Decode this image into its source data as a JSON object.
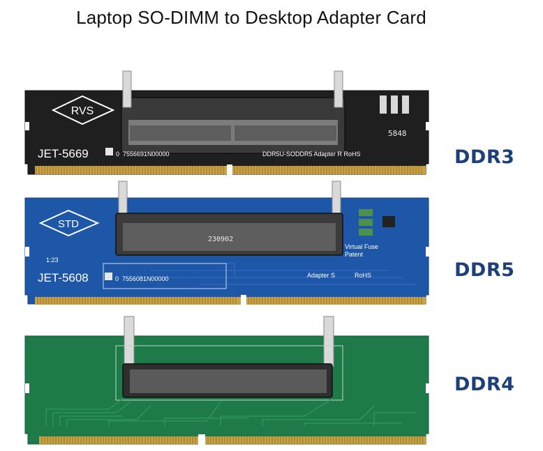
{
  "title": "Laptop SO-DIMM to Desktop Adapter Card",
  "cards": [
    {
      "type_label": "DDR3",
      "color": "#1f1f1f",
      "logo": "RVS",
      "model": "JET-5669",
      "serial": "7556691N00000",
      "marking": "DDR5U-SODDR5 Adapter R RoHS",
      "code": "5848"
    },
    {
      "type_label": "DDR5",
      "color": "#1e57a7",
      "logo": "STD",
      "model": "JET-5608",
      "serial": "7556081N00000",
      "marking_left": "Adapter S",
      "marking_right": "RoHS",
      "slot_code": "230902",
      "virtual_fuse": "Virtual Fuse",
      "patent": "Patent",
      "side_code": "1:23"
    },
    {
      "type_label": "DDR4",
      "color": "#1f7a4a"
    }
  ]
}
